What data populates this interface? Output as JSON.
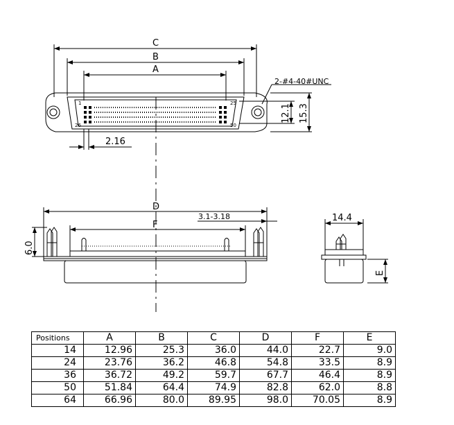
{
  "drawing": {
    "labels": {
      "c": "C",
      "b": "B",
      "a": "A",
      "d": "D",
      "f": "F",
      "e": "E",
      "thread": "2-#4-40#UNC",
      "h121": "12.1",
      "h153": "15.3",
      "pitch": "2.16",
      "width144": "14.4",
      "height60": "6.0",
      "lead": "3.1-3.18",
      "pin1": "1",
      "pin25": "25",
      "pin26": "26",
      "pin50": "50"
    }
  },
  "table": {
    "headers": [
      "Positions",
      "A",
      "B",
      "C",
      "D",
      "F",
      "E"
    ],
    "rows": [
      [
        "14",
        "12.96",
        "25.3",
        "36.0",
        "44.0",
        "22.7",
        "9.0"
      ],
      [
        "24",
        "23.76",
        "36.2",
        "46.8",
        "54.8",
        "33.5",
        "8.9"
      ],
      [
        "36",
        "36.72",
        "49.2",
        "59.7",
        "67.7",
        "46.4",
        "8.9"
      ],
      [
        "50",
        "51.84",
        "64.4",
        "74.9",
        "82.8",
        "62.0",
        "8.8"
      ],
      [
        "64",
        "66.96",
        "80.0",
        "89.95",
        "98.0",
        "70.05",
        "8.9"
      ]
    ]
  }
}
